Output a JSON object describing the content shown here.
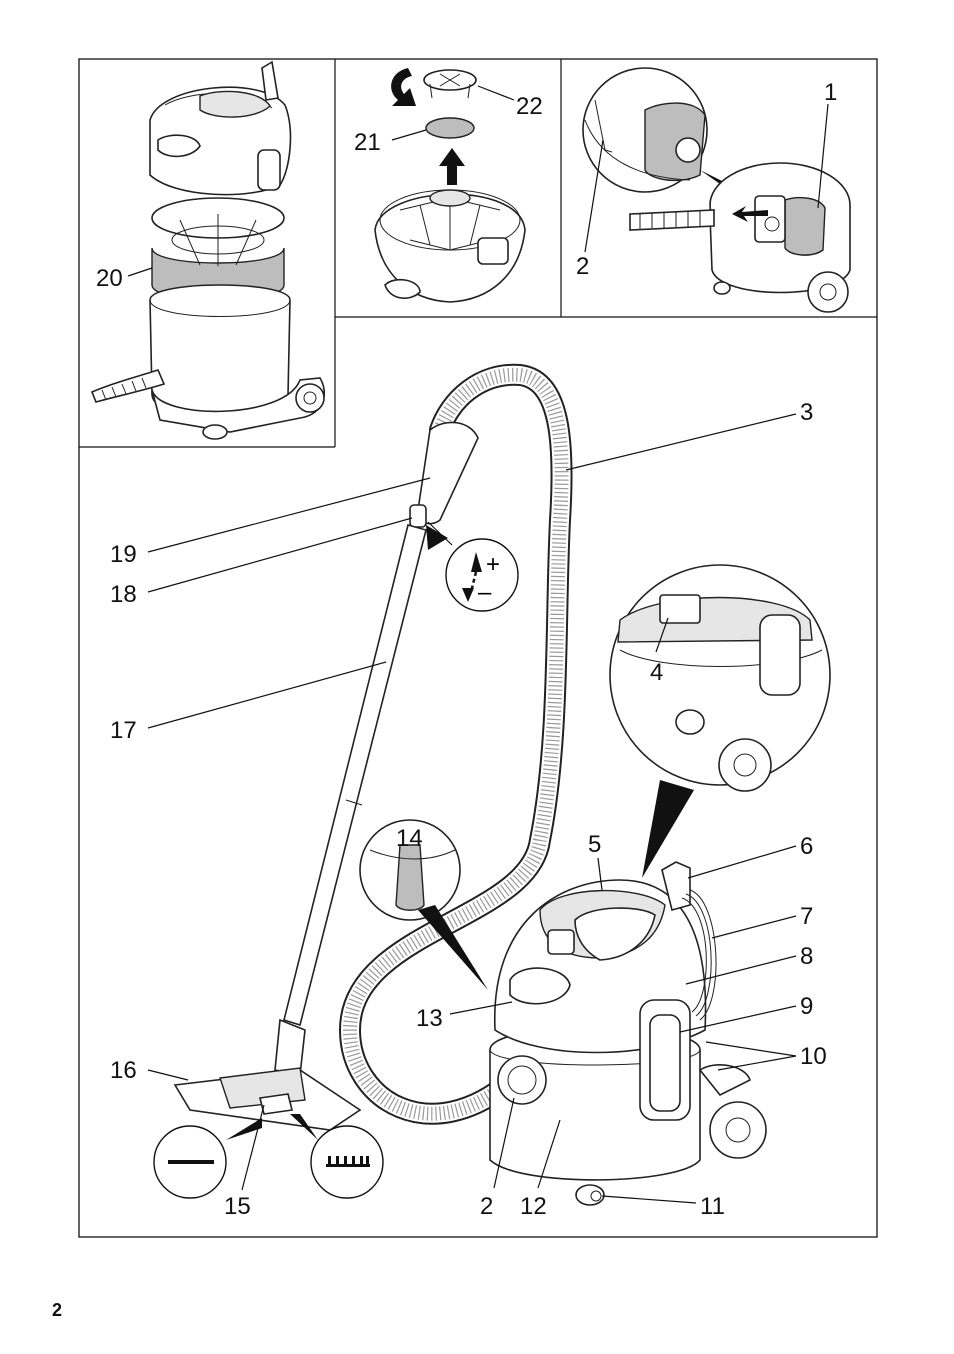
{
  "page_number": "2",
  "callouts": {
    "c1": "1",
    "c2a": "2",
    "c3": "3",
    "c4": "4",
    "c5": "5",
    "c6": "6",
    "c7": "7",
    "c8": "8",
    "c9": "9",
    "c10": "10",
    "c11": "11",
    "c12": "12",
    "c13": "13",
    "c14": "14",
    "c15": "15",
    "c16": "16",
    "c17": "17",
    "c18": "18",
    "c19": "19",
    "c20": "20",
    "c21": "21",
    "c22": "22",
    "c2b": "2"
  },
  "symbols": {
    "plus": "+",
    "minus": "–"
  },
  "icons": [
    "arrow-up-icon",
    "rotate-arrow-icon",
    "floor-hard-icon",
    "floor-carpet-icon",
    "suction-adjust-icon"
  ]
}
